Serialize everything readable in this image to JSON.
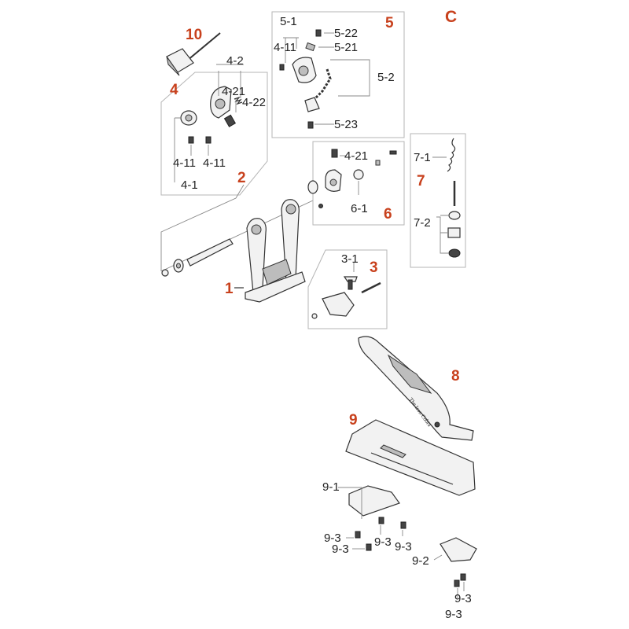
{
  "section": {
    "letter": "C",
    "accent": "#c8411d"
  },
  "group_numbers": [
    "10",
    "4",
    "5",
    "2",
    "6",
    "7",
    "1",
    "3",
    "8",
    "9"
  ],
  "part_labels": {
    "g5": [
      "5-1",
      "4-11",
      "5-22",
      "5-21",
      "5-2",
      "5-23"
    ],
    "g4": [
      "4-2",
      "4-21",
      "4-22",
      "4-11",
      "4-11",
      "4-1"
    ],
    "g6": [
      "4-21",
      "6-1"
    ],
    "g7": [
      "7-1",
      "7-2"
    ],
    "g3": [
      "3-1"
    ],
    "g9": [
      "9-1",
      "9-3",
      "9-3",
      "9-3",
      "9-3",
      "9-2",
      "9-3",
      "9-3"
    ]
  },
  "footboard_print": [
    "The Iron Cobra"
  ]
}
